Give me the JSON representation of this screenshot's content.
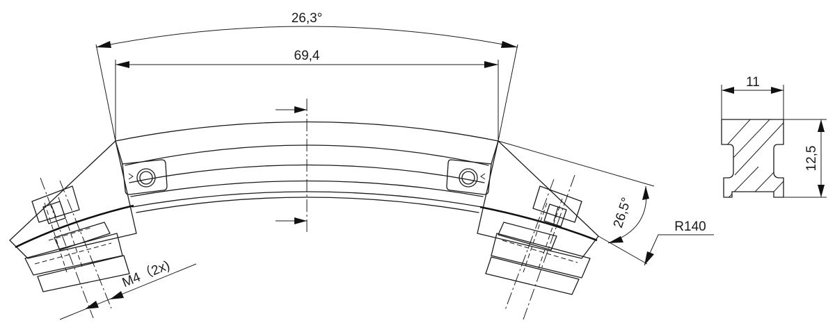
{
  "dimensions": {
    "angle_top": "26,3°",
    "chord_length": "69,4",
    "side_angle": "26,5°",
    "radius": "R140",
    "thread": "M4（2x)",
    "profile_width": "11",
    "profile_height": "12,5"
  }
}
